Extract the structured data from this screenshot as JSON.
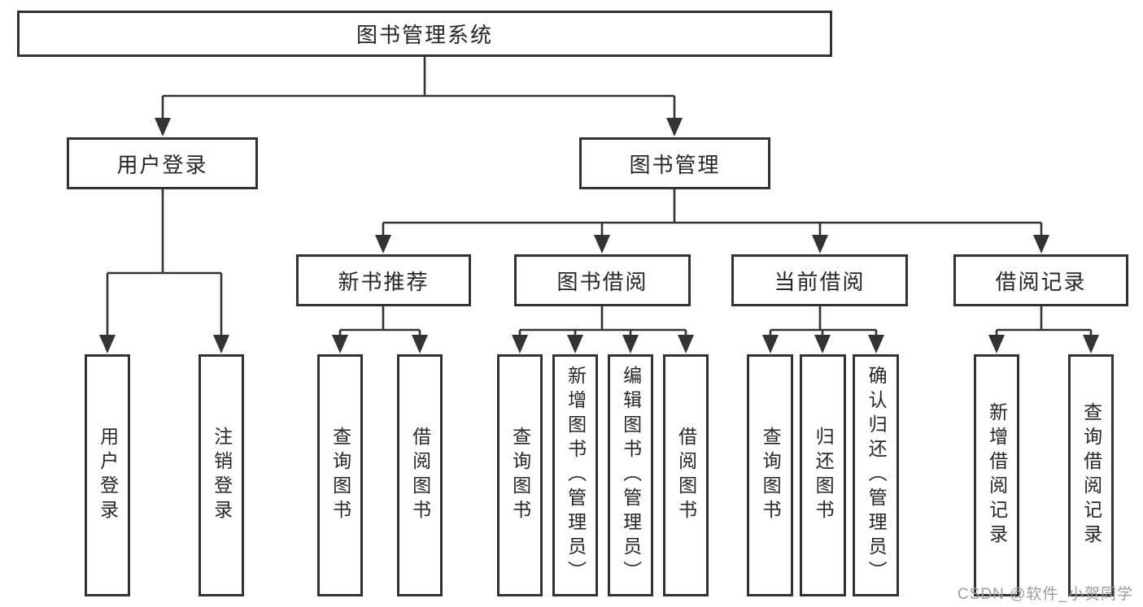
{
  "diagram": {
    "nodes": {
      "root": "图书管理系统",
      "user_login": "用户登录",
      "book_management": "图书管理",
      "new_book_recommend": "新书推荐",
      "book_borrow": "图书借阅",
      "current_borrow": "当前借阅",
      "borrow_record": "借阅记录"
    },
    "leaves": {
      "user_login": [
        "用户登录",
        "注销登录"
      ],
      "new_book_recommend": [
        "查询图书",
        "借阅图书"
      ],
      "book_borrow": [
        "查询图书",
        "新增图书（管理员）",
        "编辑图书（管理员）",
        "借阅图书"
      ],
      "current_borrow": [
        "查询图书",
        "归还图书",
        "确认归还（管理员）"
      ],
      "borrow_record": [
        "新增借阅记录",
        "查询借阅记录"
      ]
    },
    "watermark": "CSDN @软件_小贺同学",
    "colors": {
      "line": "#333333",
      "text": "#262626",
      "watermark": "#9c9c9c",
      "background": "#ffffff"
    }
  }
}
